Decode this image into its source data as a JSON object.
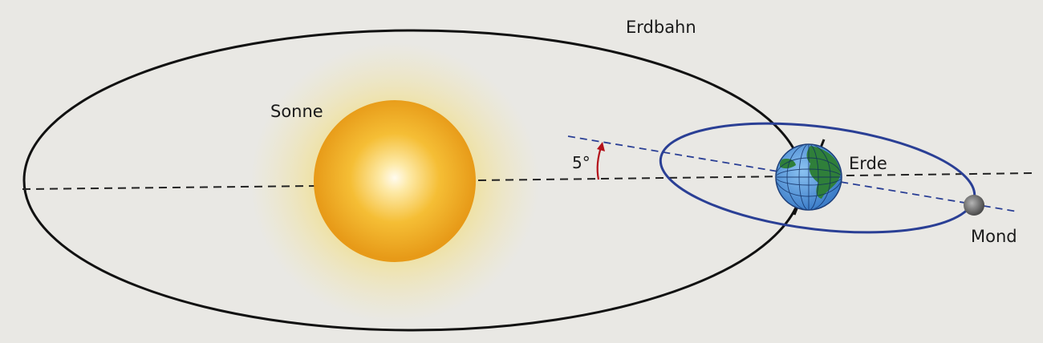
{
  "labels": {
    "orbit_earth": "Erdbahn",
    "sun": "Sonne",
    "earth": "Erde",
    "moon": "Mond",
    "inclination": "5°"
  },
  "colors": {
    "background": "#e9e8e4",
    "earth_orbit": "#111111",
    "moon_orbit": "#2a3f95",
    "sun_core": "#fff8e6",
    "sun_mid": "#f4b92a",
    "sun_edge": "#e69a16",
    "sun_glow": "#f6e27a",
    "earth_ocean": "#5a9be0",
    "earth_land": "#2f7f3a",
    "moon": "#6a6a6a",
    "angle_arrow": "#b3121b",
    "dashed_line": "#222222",
    "moon_plane_line": "#2a3f95"
  }
}
